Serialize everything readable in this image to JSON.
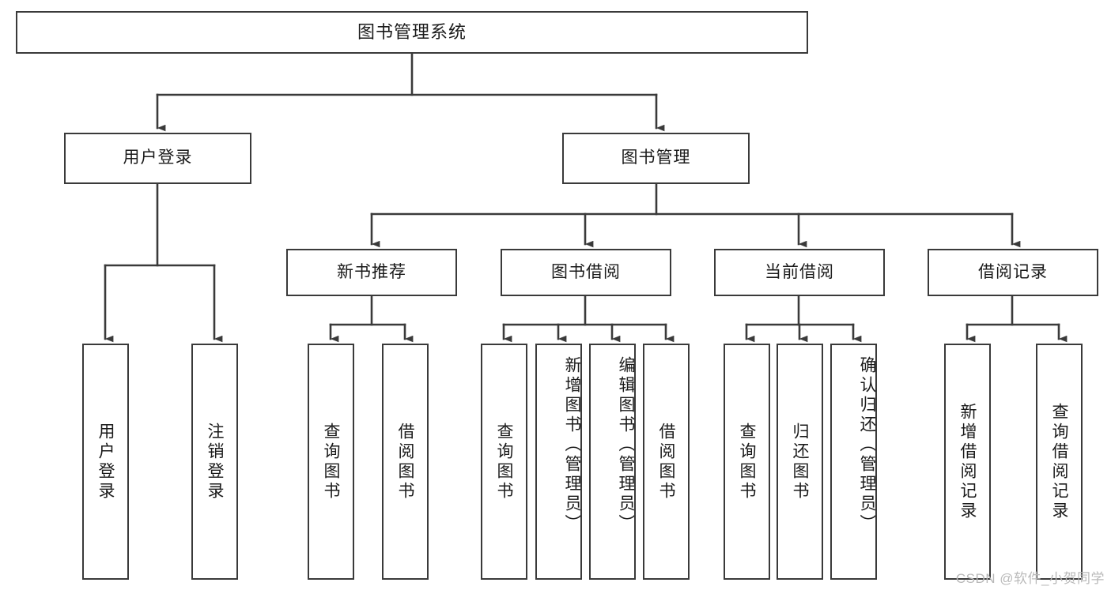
{
  "diagram": {
    "title": "图书管理系统",
    "type": "tree",
    "root": {
      "id": "root",
      "label": "图书管理系统"
    },
    "level2": [
      {
        "id": "user-login",
        "label": "用户登录"
      },
      {
        "id": "book-manage",
        "label": "图书管理"
      }
    ],
    "level3": [
      {
        "id": "new-book-recommend",
        "label": "新书推荐"
      },
      {
        "id": "book-borrow",
        "label": "图书借阅"
      },
      {
        "id": "current-borrow",
        "label": "当前借阅"
      },
      {
        "id": "borrow-record",
        "label": "借阅记录"
      }
    ],
    "leaves": [
      {
        "id": "leaf-user-login",
        "label": "用户登录",
        "parent": "user-login"
      },
      {
        "id": "leaf-user-logout",
        "label": "注销登录",
        "parent": "user-login"
      },
      {
        "id": "leaf-query-book-1",
        "label": "查询图书",
        "parent": "new-book-recommend"
      },
      {
        "id": "leaf-borrow-book-1",
        "label": "借阅图书",
        "parent": "new-book-recommend"
      },
      {
        "id": "leaf-query-book-2",
        "label": "查询图书",
        "parent": "book-borrow"
      },
      {
        "id": "leaf-add-book",
        "label": "新增图书（管理员）",
        "parent": "book-borrow"
      },
      {
        "id": "leaf-edit-book",
        "label": "编辑图书（管理员）",
        "parent": "book-borrow"
      },
      {
        "id": "leaf-borrow-book-2",
        "label": "借阅图书",
        "parent": "book-borrow"
      },
      {
        "id": "leaf-query-book-3",
        "label": "查询图书",
        "parent": "current-borrow"
      },
      {
        "id": "leaf-return-book",
        "label": "归还图书",
        "parent": "current-borrow"
      },
      {
        "id": "leaf-confirm-return",
        "label": "确认归还（管理员）",
        "parent": "current-borrow"
      },
      {
        "id": "leaf-add-record",
        "label": "新增借阅记录",
        "parent": "borrow-record"
      },
      {
        "id": "leaf-query-record",
        "label": "查询借阅记录",
        "parent": "borrow-record"
      }
    ],
    "watermark": "CSDN @软件_小贺同学",
    "colors": {
      "box_border": "#3a3a3a",
      "box_fill": "#ffffff",
      "connector": "#3a3a3a",
      "text": "#1a1a1a",
      "watermark": "#b9b9b9"
    }
  }
}
